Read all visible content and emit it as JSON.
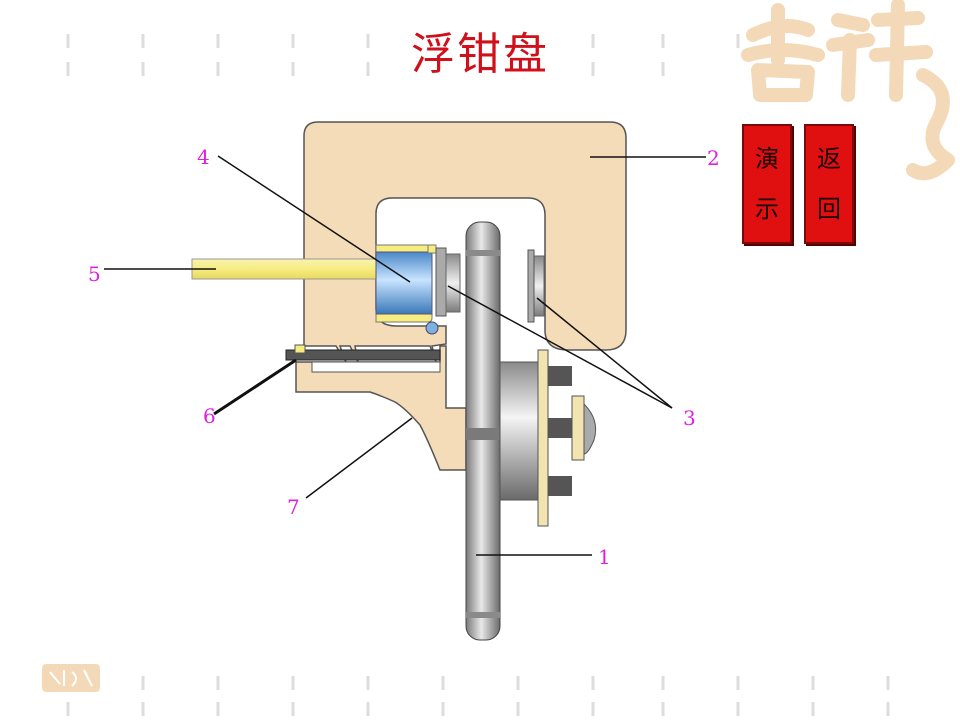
{
  "title": "浮钳盘",
  "buttons": {
    "demo": [
      "演",
      "示"
    ],
    "back": [
      "返",
      "回"
    ]
  },
  "callouts": [
    "1",
    "2",
    "3",
    "4",
    "5",
    "6",
    "7"
  ],
  "colors": {
    "title": "#d0101a",
    "button_bg": "#e01010",
    "caliper": "#f5dcb8",
    "callout_text": "#e020e0",
    "piston": "#7fb0e0",
    "push_rod": "#f6f09a"
  }
}
